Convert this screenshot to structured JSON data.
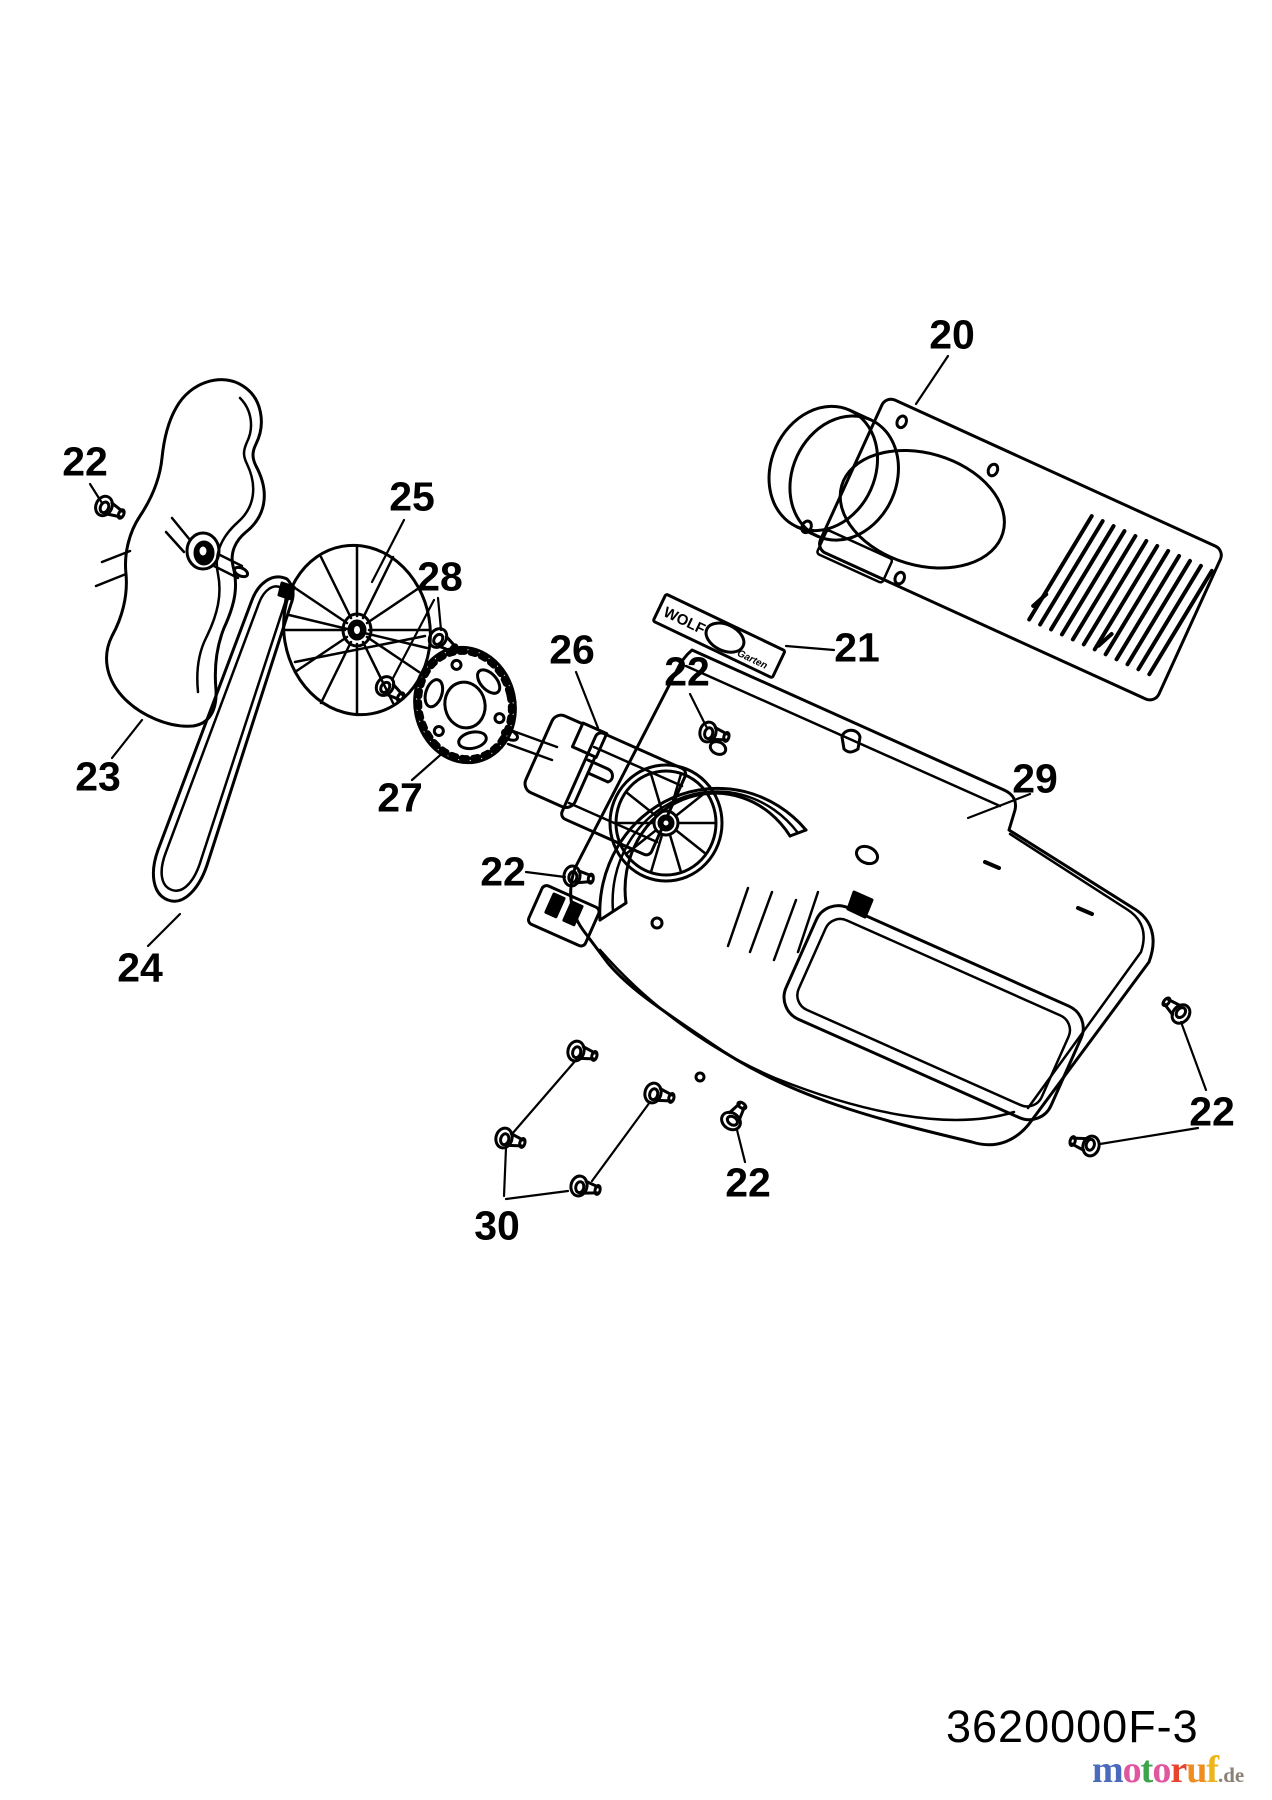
{
  "diagram": {
    "part_code": "3620000F-3",
    "ink_color": "#000000",
    "background_color": "#ffffff",
    "badge": {
      "brand": "WOLF",
      "sub": "Garten"
    },
    "labels": [
      {
        "part": "20",
        "text": "20"
      },
      {
        "part": "21",
        "text": "21"
      },
      {
        "part": "22",
        "text": "22"
      },
      {
        "part": "22",
        "text": "22"
      },
      {
        "part": "22",
        "text": "22"
      },
      {
        "part": "22",
        "text": "22"
      },
      {
        "part": "22",
        "text": "22"
      },
      {
        "part": "23",
        "text": "23"
      },
      {
        "part": "24",
        "text": "24"
      },
      {
        "part": "25",
        "text": "25"
      },
      {
        "part": "26",
        "text": "26"
      },
      {
        "part": "27",
        "text": "27"
      },
      {
        "part": "28",
        "text": "28"
      },
      {
        "part": "29",
        "text": "29"
      },
      {
        "part": "30",
        "text": "30"
      }
    ]
  },
  "watermark": {
    "letters": [
      {
        "char": "m",
        "color": "#4a6bbd"
      },
      {
        "char": "o",
        "color": "#e0579f"
      },
      {
        "char": "t",
        "color": "#3ea44b"
      },
      {
        "char": "o",
        "color": "#e0579f"
      },
      {
        "char": "r",
        "color": "#e8432d"
      },
      {
        "char": "u",
        "color": "#ef8d1f"
      },
      {
        "char": "f",
        "color": "#edb51c"
      }
    ],
    "tld": {
      "text": ".de",
      "color": "#8b8074"
    }
  }
}
